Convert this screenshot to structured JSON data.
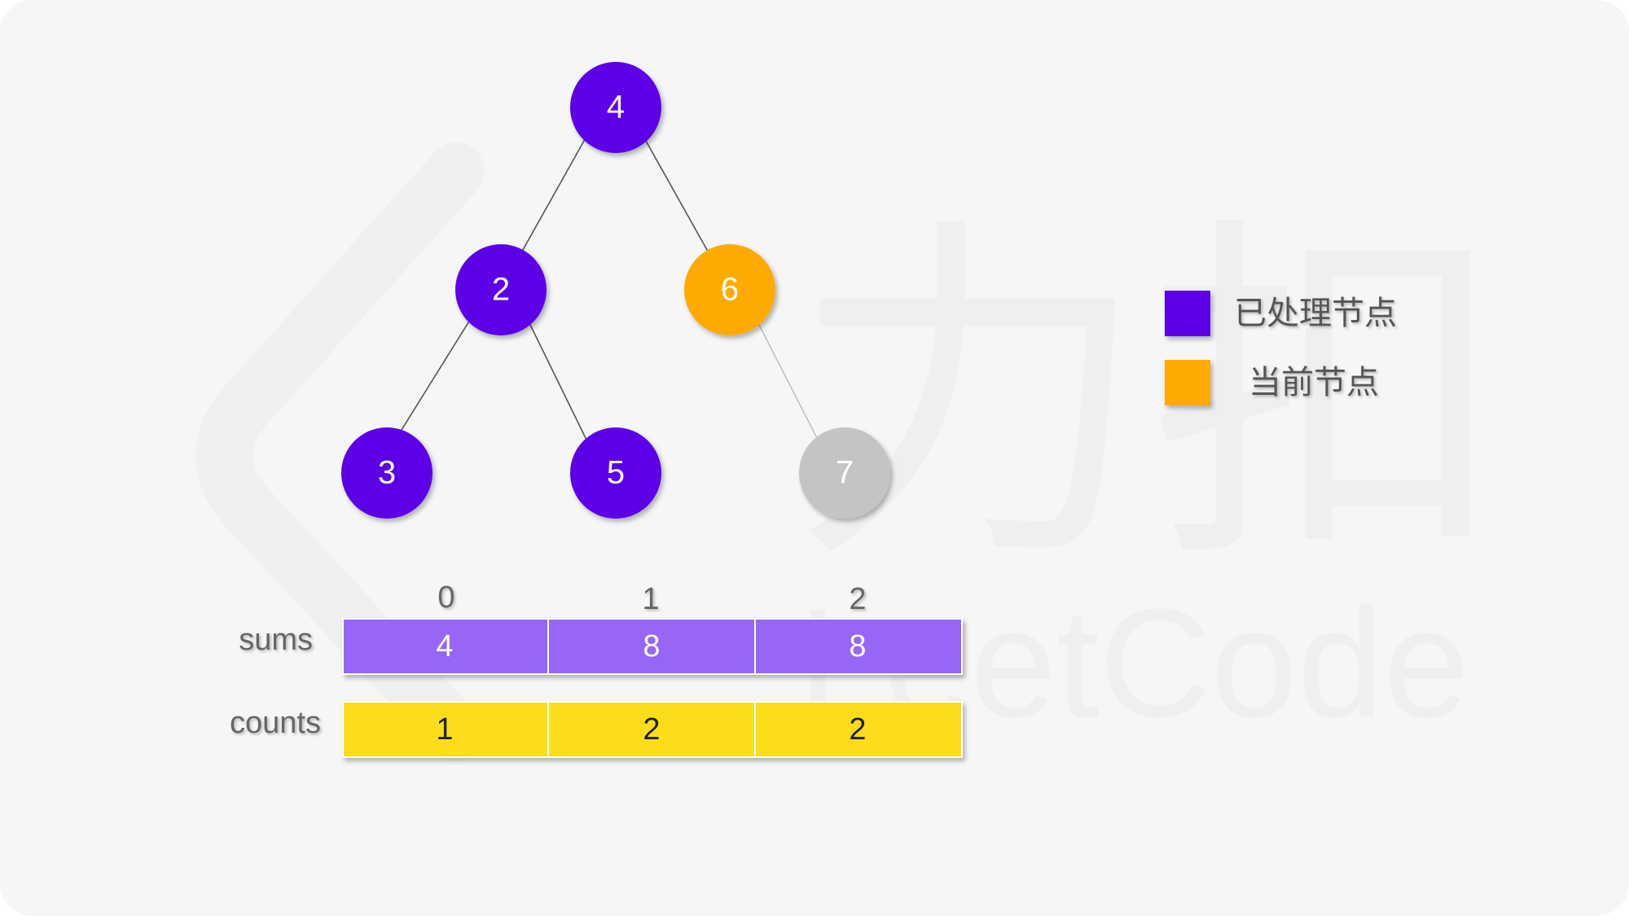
{
  "tree": {
    "nodes": [
      {
        "id": "n4",
        "label": "4",
        "state": "processed"
      },
      {
        "id": "n2",
        "label": "2",
        "state": "processed"
      },
      {
        "id": "n6",
        "label": "6",
        "state": "current"
      },
      {
        "id": "n3",
        "label": "3",
        "state": "processed"
      },
      {
        "id": "n5",
        "label": "5",
        "state": "processed"
      },
      {
        "id": "n7",
        "label": "7",
        "state": "unvisited"
      }
    ],
    "edges": [
      [
        "n4",
        "n2"
      ],
      [
        "n4",
        "n6"
      ],
      [
        "n2",
        "n3"
      ],
      [
        "n2",
        "n5"
      ],
      [
        "n6",
        "n7"
      ]
    ]
  },
  "legend": {
    "processed_label": "已处理节点",
    "current_label": "当前节点"
  },
  "arrays": {
    "indices": [
      "0",
      "1",
      "2"
    ],
    "sums_label": "sums",
    "sums": [
      "4",
      "8",
      "8"
    ],
    "counts_label": "counts",
    "counts": [
      "1",
      "2",
      "2"
    ]
  },
  "watermark": {
    "brand_cn": "力扣",
    "brand_en": "LeetCode"
  },
  "colors": {
    "processed": "#5b05e8",
    "current": "#ffaa00",
    "unvisited": "#c4c4c4",
    "sums_fill": "#9766f4",
    "counts_fill": "#fddc1c",
    "background": "#f6f6f6"
  }
}
